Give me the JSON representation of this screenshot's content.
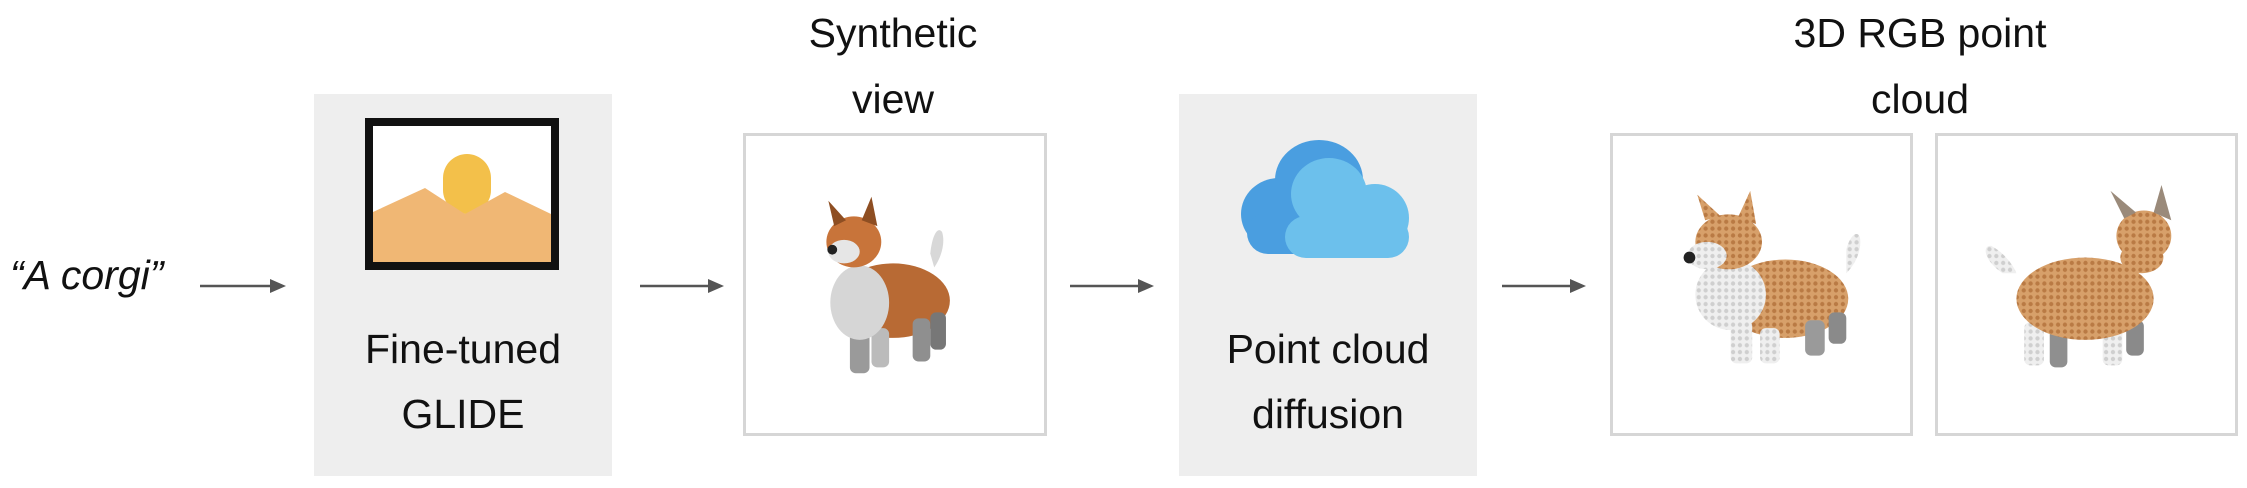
{
  "prompt": "“A corgi”",
  "steps": {
    "glide": {
      "label_line1": "Fine-tuned",
      "label_line2": "GLIDE",
      "icon": "image-icon"
    },
    "synthetic_view": {
      "caption_line1": "Synthetic",
      "caption_line2": "view",
      "image": "corgi-render"
    },
    "diffusion": {
      "label_line1": "Point cloud",
      "label_line2": "diffusion",
      "icon": "cloud-icon"
    },
    "point_cloud": {
      "caption_line1": "3D RGB point",
      "caption_line2": "cloud",
      "images": [
        "corgi-point-cloud-view-1",
        "corgi-point-cloud-view-2"
      ]
    }
  },
  "colors": {
    "box_fill": "#eeeeee",
    "frame_border": "#d6d6d6",
    "arrow": "#555555",
    "icon_sun": "#f3c04a",
    "icon_hills": "#f0b774",
    "cloud_back": "#4a9ee0",
    "cloud_front": "#6cc0ec",
    "corgi_orange": "#c8743a",
    "corgi_white": "#e6e6e6"
  }
}
